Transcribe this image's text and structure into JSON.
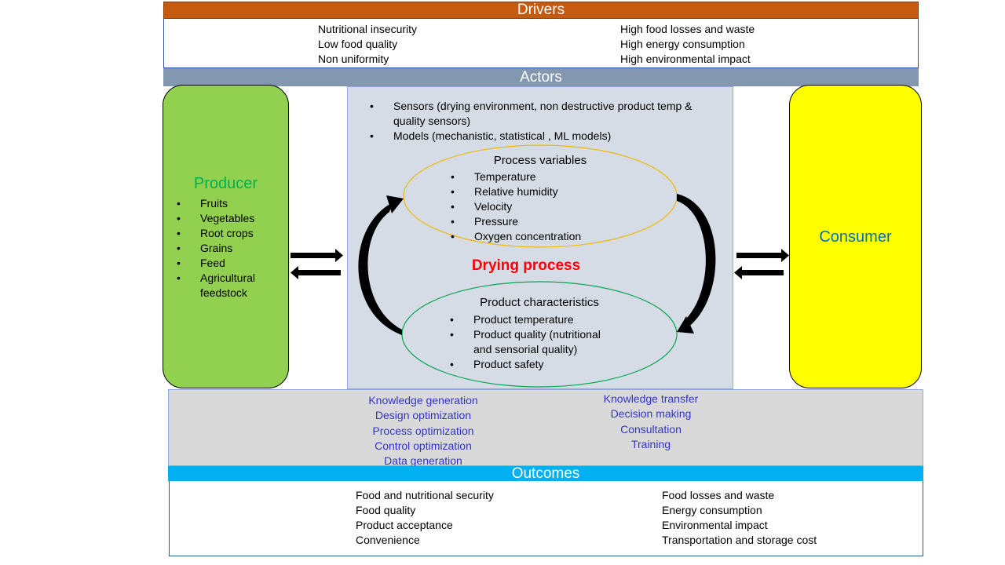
{
  "drivers": {
    "title": "Drivers",
    "left": [
      "Nutritional insecurity",
      "Low food quality",
      "Non uniformity"
    ],
    "right": [
      "High food losses and waste",
      "High energy consumption",
      "High environmental impact"
    ]
  },
  "actors": {
    "title": "Actors"
  },
  "producer": {
    "title": "Producer",
    "items": [
      "Fruits",
      "Vegetables",
      "Root crops",
      "Grains",
      "Feed",
      "Agricultural feedstock"
    ]
  },
  "consumer": {
    "title": "Consumer"
  },
  "center": {
    "top_items": [
      "Sensors (drying environment, non destructive product temp & quality sensors)",
      "Models (mechanistic, statistical , ML models)"
    ],
    "process_variables": {
      "title": "Process variables",
      "items": [
        "Temperature",
        "Relative humidity",
        "Velocity",
        "Pressure",
        "Oxygen concentration"
      ]
    },
    "drying_process": "Drying process",
    "product_characteristics": {
      "title": "Product characteristics",
      "items": [
        "Product  temperature",
        "Product  quality (nutritional and sensorial quality)",
        "Product  safety"
      ]
    }
  },
  "methods": {
    "left": [
      "Knowledge generation",
      "Design optimization",
      "Process optimization",
      "Control optimization",
      "Data generation"
    ],
    "right": [
      "Knowledge transfer",
      "Decision making",
      "Consultation",
      "Training"
    ]
  },
  "outcomes": {
    "title": "Outcomes",
    "increase": [
      "Food and nutritional security",
      "Food quality",
      "Product  acceptance",
      "Convenience"
    ],
    "decrease": [
      "Food losses and waste",
      "Energy consumption",
      "Environmental impact",
      "Transportation and storage cost"
    ]
  },
  "colors": {
    "drivers_bar": "#c55a11",
    "actors_bar": "#8497b0",
    "producer_box": "#92d050",
    "producer_title": "#00b050",
    "consumer_box": "#ffff00",
    "consumer_title": "#0070c0",
    "center_panel": "#d6dce5",
    "methods_panel": "#d9d9d9",
    "outcomes_bar": "#00b0f0",
    "drying_text": "#ff0000",
    "method_text": "#3333cc",
    "variables_ellipse": "#f2b800",
    "characteristics_ellipse": "#00a651",
    "outcome_arrows": "#00b050"
  }
}
